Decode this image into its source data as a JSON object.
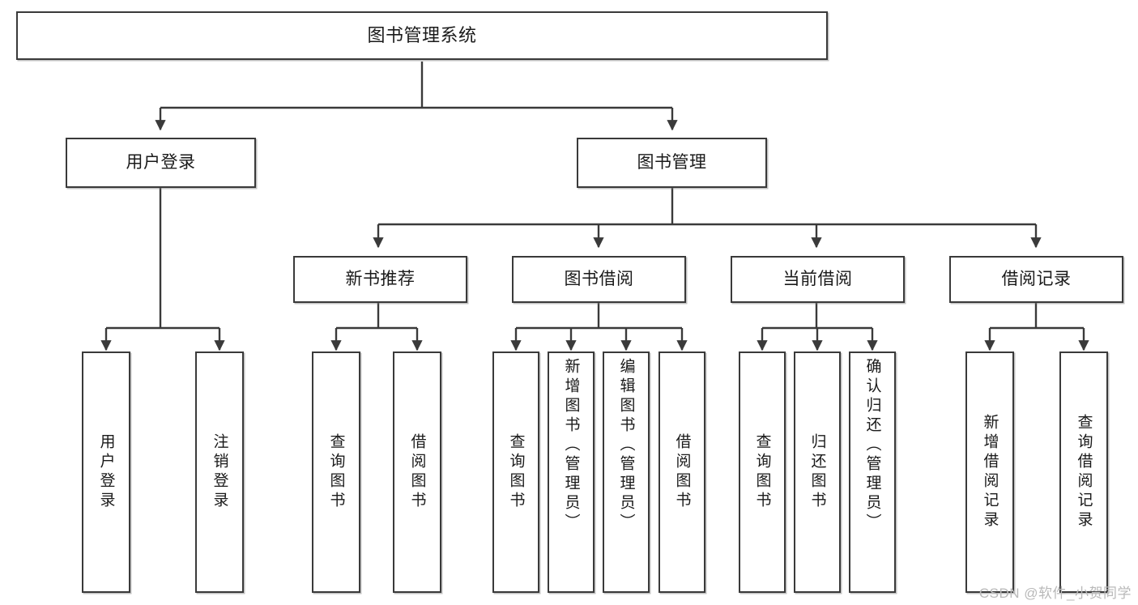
{
  "diagram": {
    "title": "图书管理系统",
    "watermark": "CSDN @软件_小贺同学",
    "colors": {
      "box_border": "#3a3a3a",
      "box_fill": "#ffffff",
      "connector": "#3a3a3a",
      "text": "#1a1a1a",
      "watermark": "#b9b9b9"
    },
    "levels": {
      "level1": [
        "图书管理系统"
      ],
      "level2": [
        "用户登录",
        "图书管理"
      ],
      "level3": [
        "新书推荐",
        "图书借阅",
        "当前借阅",
        "借阅记录"
      ],
      "level4": [
        "用户登录",
        "注销登录",
        "查询图书",
        "借阅图书",
        "查询图书",
        "新增图书（管理员）",
        "编辑图书（管理员）",
        "借阅图书",
        "查询图书",
        "归还图书",
        "确认归还（管理员）",
        "新增借阅记录",
        "查询借阅记录"
      ]
    },
    "nodes": {
      "root": {
        "label": "图书管理系统"
      },
      "user_login": {
        "label": "用户登录"
      },
      "book_mgmt": {
        "label": "图书管理"
      },
      "new_book_rec": {
        "label": "新书推荐"
      },
      "book_borrow": {
        "label": "图书借阅"
      },
      "current_borrow": {
        "label": "当前借阅"
      },
      "borrow_record": {
        "label": "借阅记录"
      },
      "leaf_user_login": {
        "label": "用户登录"
      },
      "leaf_user_logout": {
        "label": "注销登录"
      },
      "leaf_rec_query": {
        "label": "查询图书"
      },
      "leaf_rec_borrow": {
        "label": "借阅图书"
      },
      "leaf_borrow_query": {
        "label": "查询图书"
      },
      "leaf_borrow_add": {
        "label": "新增图书（管理员）"
      },
      "leaf_borrow_edit": {
        "label": "编辑图书（管理员）"
      },
      "leaf_borrow_take": {
        "label": "借阅图书"
      },
      "leaf_cur_query": {
        "label": "查询图书"
      },
      "leaf_cur_return": {
        "label": "归还图书"
      },
      "leaf_cur_confirm": {
        "label": "确认归还（管理员）"
      },
      "leaf_rec_add": {
        "label": "新增借阅记录"
      },
      "leaf_rec_search": {
        "label": "查询借阅记录"
      }
    }
  }
}
